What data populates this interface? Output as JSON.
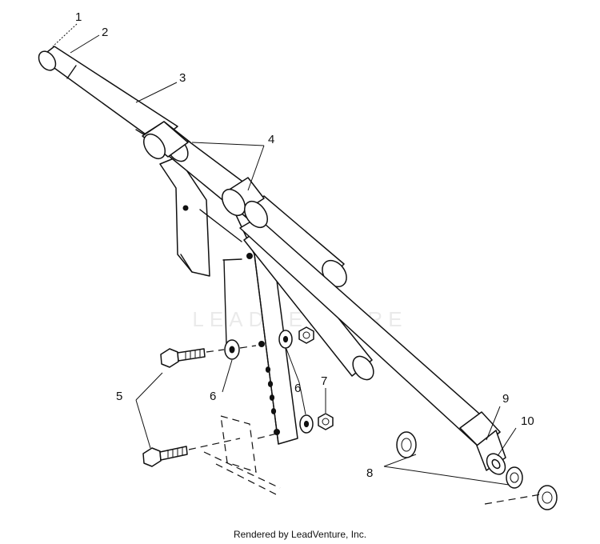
{
  "diagram": {
    "callouts": [
      "1",
      "2",
      "3",
      "4",
      "5",
      "6",
      "6",
      "7",
      "8",
      "9",
      "10"
    ],
    "watermark": "LEADVENTURE",
    "credit": "Rendered by LeadVenture, Inc."
  }
}
